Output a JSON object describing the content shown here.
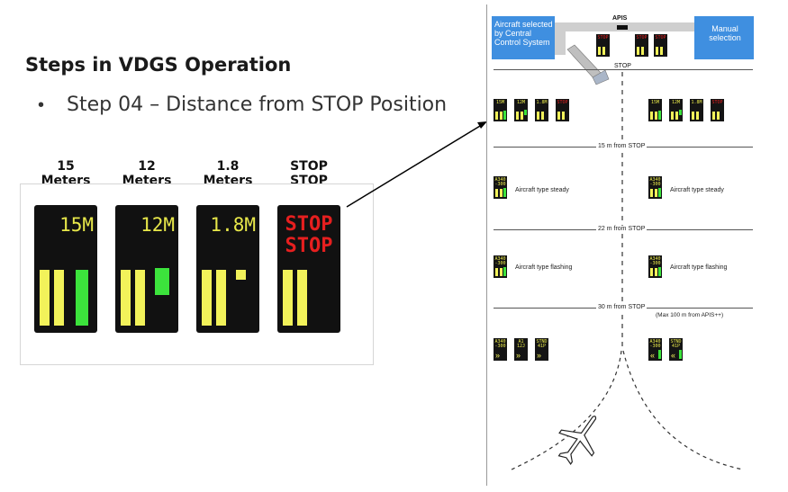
{
  "slide": {
    "title": "Steps in VDGS Operation",
    "bullet": "Step 04 – Distance from STOP Position"
  },
  "displays": [
    {
      "caption_line1": "15",
      "caption_line2": "Meters",
      "readout": "15M",
      "green_level": 1.0,
      "color": "#3ce33c"
    },
    {
      "caption_line1": "12",
      "caption_line2": "Meters",
      "readout": "12M",
      "green_level": 0.45,
      "color": "#3ce33c"
    },
    {
      "caption_line1": "1.8",
      "caption_line2": "Meters",
      "readout": "1.8M",
      "green_level": 0.15,
      "color": "#3ce33c"
    },
    {
      "caption_line1": "STOP",
      "caption_line2": "STOP",
      "readout_line1": "STOP",
      "readout_line2": "STOP",
      "green_level": 0.0,
      "color": "#e61f1f"
    }
  ],
  "diagram": {
    "left_box": "Aircraft selected by Central Control System",
    "right_box": "Manual selection",
    "apis_label": "APIS",
    "stop_label": "STOP",
    "gate_displays": [
      "STOP",
      "STOP",
      "STOP"
    ],
    "row1_left": [
      "15M",
      "12M",
      "1.8M",
      "STOP"
    ],
    "row1_right": [
      "15M",
      "12M",
      "1.8M",
      "STOP"
    ],
    "line1": "15 m from STOP",
    "steady_left": "Aircraft type steady",
    "steady_right": "Aircraft type steady",
    "steady_code": "A340 -300",
    "line2": "22 m from STOP",
    "flash_left": "Aircraft type flashing",
    "flash_right": "Aircraft type flashing",
    "line3": "30 m from STOP",
    "line3_note": "(Max 100 m from APIS++)",
    "row4_left": [
      "A340 -300",
      "A1 12J",
      "STND 41P"
    ],
    "row4_right": [
      "A340 -300",
      "STND 41P"
    ]
  },
  "colors": {
    "box_blue": "#3f8fe0",
    "display_yellow": "#f2f25a",
    "display_green": "#3ce33c",
    "display_red": "#e61f1f"
  }
}
